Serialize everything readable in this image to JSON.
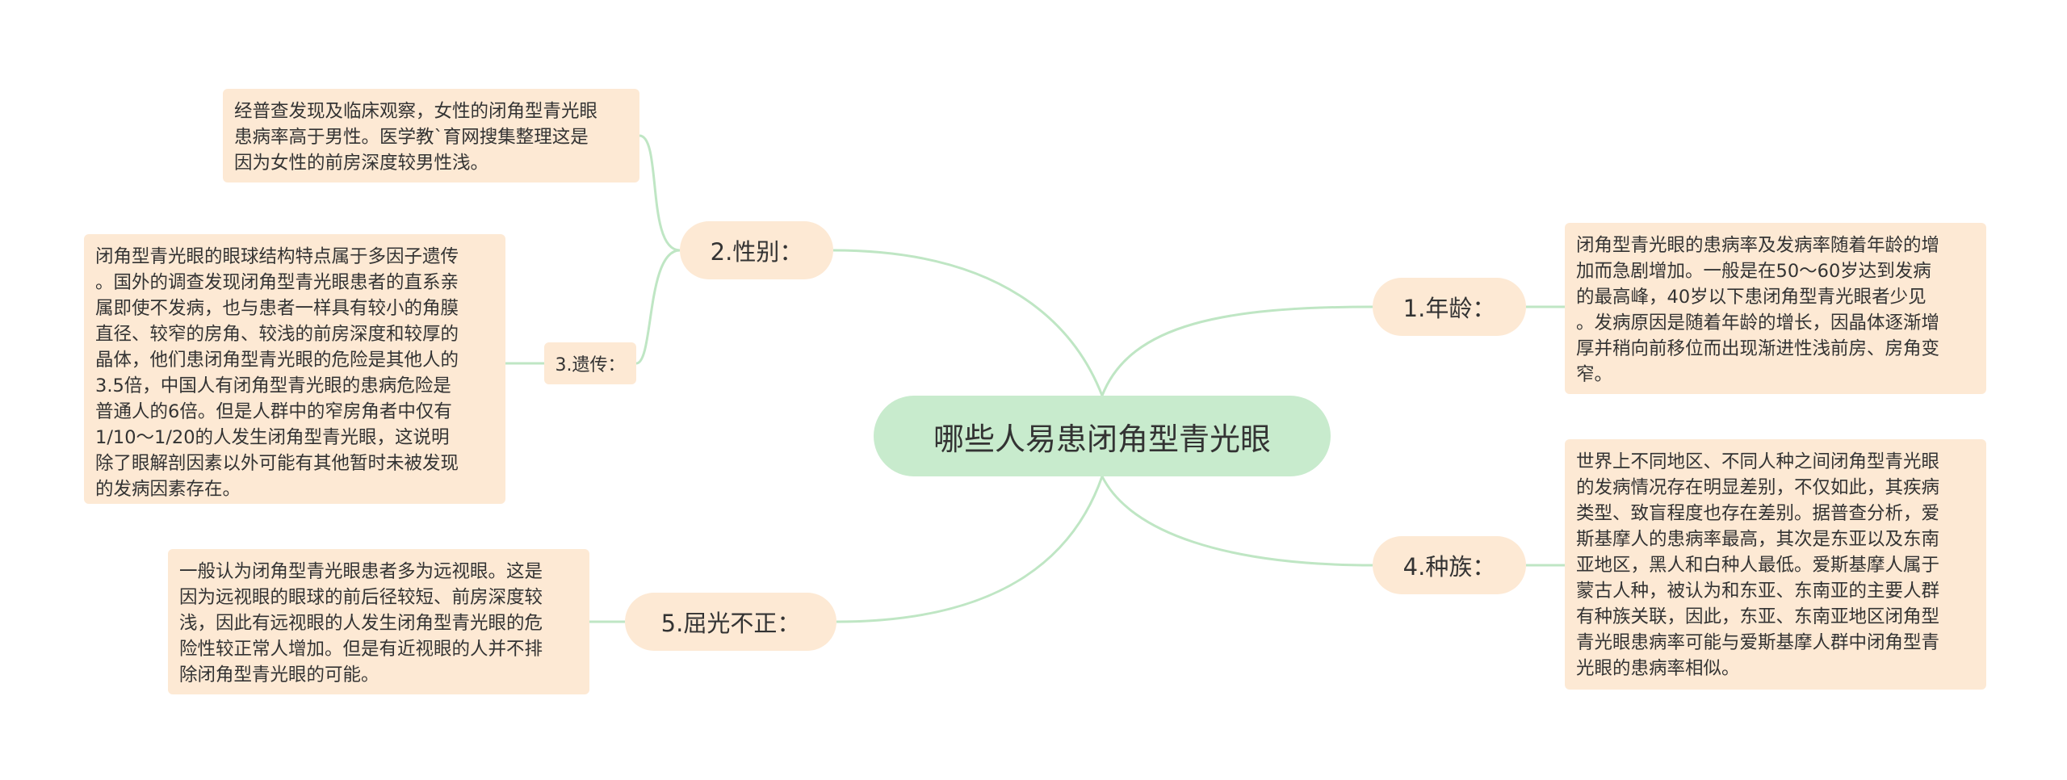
{
  "root": {
    "label": "哪些人易患闭角型青光眼"
  },
  "colors": {
    "root_fill": "#c8ebcd",
    "node_fill": "#fde9d4",
    "link": "#bfe6c4"
  },
  "topics": {
    "age": {
      "label": "1.年龄：",
      "note": "闭角型青光眼的患病率及发病率随着年龄的增\n加而急剧增加。一般是在50～60岁达到发病\n的最高峰，40岁以下患闭角型青光眼者少见\n。发病原因是随着年龄的增长，因晶体逐渐增\n厚并稍向前移位而出现渐进性浅前房、房角变\n窄。"
    },
    "gender": {
      "label": "2.性别：",
      "note": "经普查发现及临床观察，女性的闭角型青光眼\n患病率高于男性。医学教`育网搜集整理这是\n因为女性的前房深度较男性浅。"
    },
    "heredity": {
      "label": "3.遗传：",
      "note": "闭角型青光眼的眼球结构特点属于多因子遗传\n。国外的调查发现闭角型青光眼患者的直系亲\n属即使不发病，也与患者一样具有较小的角膜\n直径、较窄的房角、较浅的前房深度和较厚的\n晶体，他们患闭角型青光眼的危险是其他人的\n3.5倍，中国人有闭角型青光眼的患病危险是\n普通人的6倍。但是人群中的窄房角者中仅有\n1/10～1/20的人发生闭角型青光眼，这说明\n除了眼解剖因素以外可能有其他暂时未被发现\n的发病因素存在。"
    },
    "race": {
      "label": "4.种族：",
      "note": "世界上不同地区、不同人种之间闭角型青光眼\n的发病情况存在明显差别，不仅如此，其疾病\n类型、致盲程度也存在差别。据普查分析，爱\n斯基摩人的患病率最高，其次是东亚以及东南\n亚地区，黑人和白种人最低。爱斯基摩人属于\n蒙古人种，被认为和东亚、东南亚的主要人群\n有种族关联，因此，东亚、东南亚地区闭角型\n青光眼患病率可能与爱斯基摩人群中闭角型青\n光眼的患病率相似。"
    },
    "refraction": {
      "label": "5.屈光不正：",
      "note": "一般认为闭角型青光眼患者多为远视眼。这是\n因为远视眼的眼球的前后径较短、前房深度较\n浅，因此有远视眼的人发生闭角型青光眼的危\n险性较正常人增加。但是有近视眼的人并不排\n除闭角型青光眼的可能。"
    }
  }
}
